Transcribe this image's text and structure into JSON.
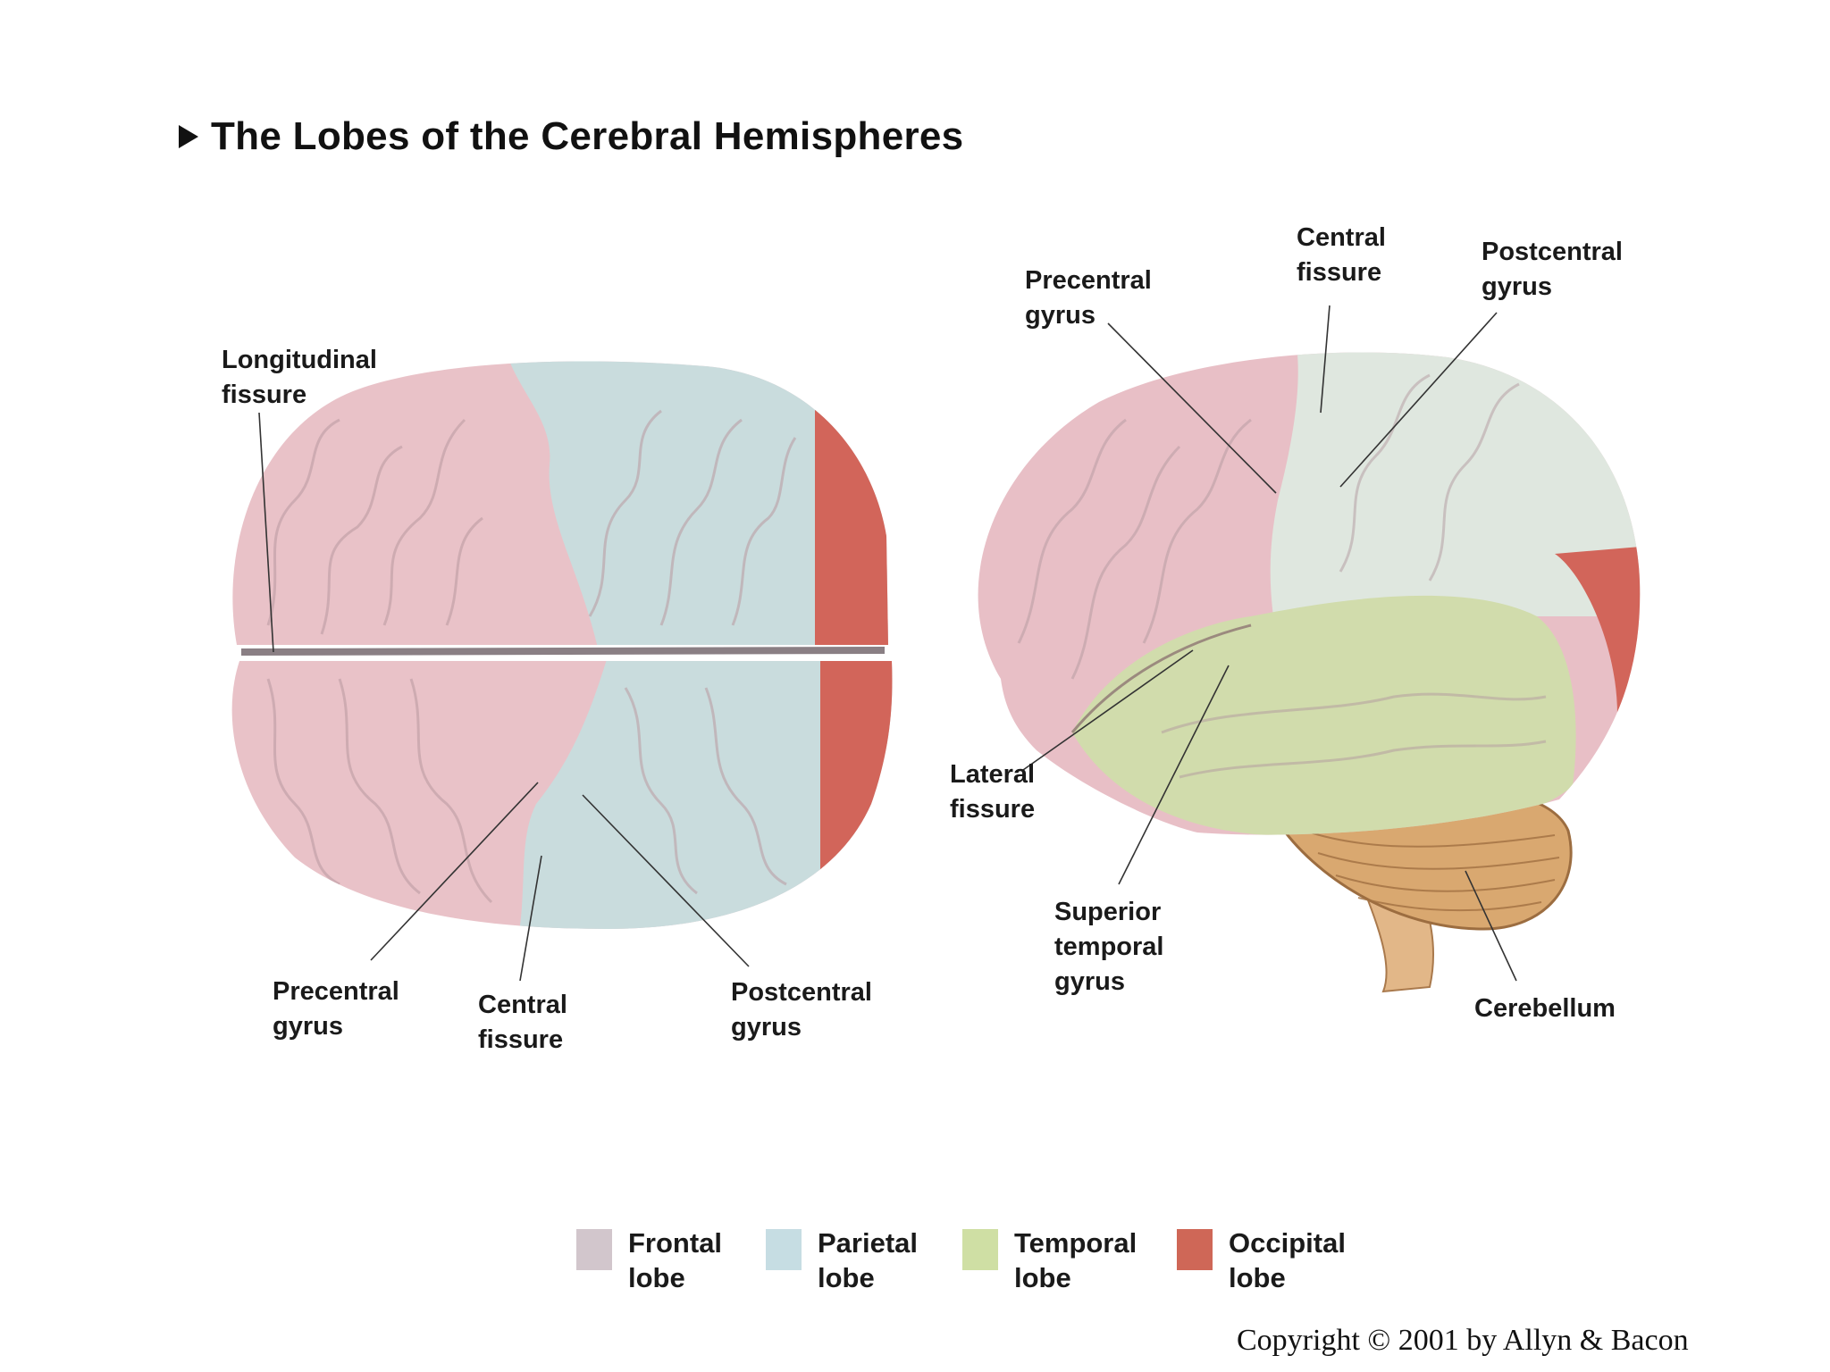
{
  "title": "The Lobes of the Cerebral Hemispheres",
  "top_view": {
    "longitudinal_fissure": [
      "Longitudinal",
      "fissure"
    ],
    "precentral_gyrus": [
      "Precentral",
      "gyrus"
    ],
    "central_fissure": [
      "Central",
      "fissure"
    ],
    "postcentral_gyrus": [
      "Postcentral",
      "gyrus"
    ]
  },
  "side_view": {
    "precentral_gyrus": [
      "Precentral",
      "gyrus"
    ],
    "central_fissure": [
      "Central",
      "fissure"
    ],
    "postcentral_gyrus": [
      "Postcentral",
      "gyrus"
    ],
    "lateral_fissure": [
      "Lateral",
      "fissure"
    ],
    "superior_temporal_gyrus": [
      "Superior",
      "temporal",
      "gyrus"
    ],
    "cerebellum": [
      "Cerebellum"
    ]
  },
  "legend": [
    {
      "line1": "Frontal",
      "line2": "lobe",
      "color": "#d2c6cc"
    },
    {
      "line1": "Parietal",
      "line2": "lobe",
      "color": "#c6dde3"
    },
    {
      "line1": "Temporal",
      "line2": "lobe",
      "color": "#cfdfa4"
    },
    {
      "line1": "Occipital",
      "line2": "lobe",
      "color": "#cf6757"
    }
  ],
  "colors": {
    "frontal": "#e8bfc6",
    "parietal": "#c9dcdd",
    "temporal": "#d1dcac",
    "occipital": "#d2655a",
    "cerebellum": "#d9a870"
  },
  "copyright": "Copyright © 2001 by Allyn & Bacon"
}
